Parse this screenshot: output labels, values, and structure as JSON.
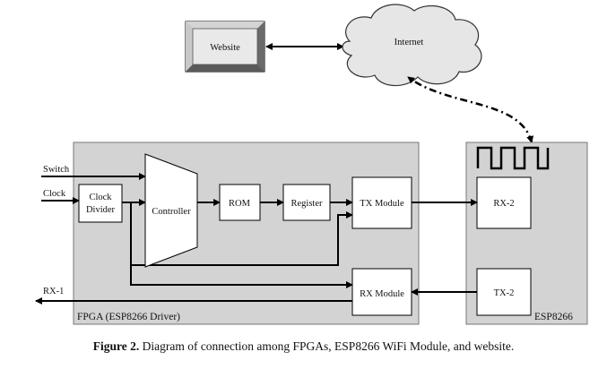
{
  "website": "Website",
  "internet": "Internet",
  "fpga": {
    "label": "FPGA (ESP8266 Driver)",
    "inputs": {
      "switch": "Switch",
      "clock": "Clock"
    },
    "output": "RX-1",
    "blocks": {
      "clock_divider_line1": "Clock",
      "clock_divider_line2": "Divider",
      "controller": "Controller",
      "rom": "ROM",
      "register": "Register",
      "tx_module": "TX Module",
      "rx_module": "RX Module"
    }
  },
  "esp": {
    "label": "ESP8266",
    "rx": "RX-2",
    "tx": "TX-2"
  },
  "caption": {
    "bold": "Figure 2.",
    "text": " Diagram of connection among FPGAs, ESP8266 WiFi Module, and website."
  }
}
